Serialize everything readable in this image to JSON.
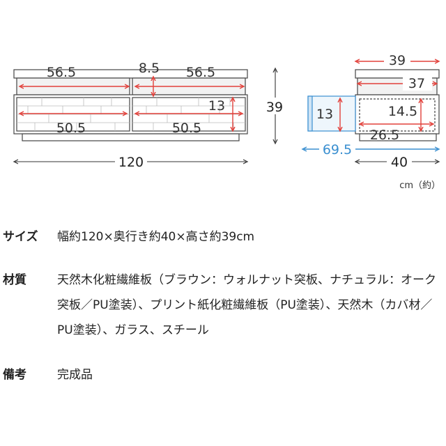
{
  "dimensions": {
    "front_top_left": "56.5",
    "front_top_middle": "8.5",
    "front_top_right": "56.5",
    "front_drawer_height": "13",
    "front_bottom_left": "50.5",
    "front_bottom_right": "50.5",
    "total_width": "120",
    "total_height": "39",
    "side_top_outer": "39",
    "side_top_inner": "37",
    "side_drawer_height": "13",
    "side_inner_height": "14.5",
    "side_inner_depth": "26.5",
    "drawer_open_depth": "69.5",
    "total_depth": "40",
    "unit_label": "cm（約）"
  },
  "specs": {
    "size_label": "サイズ",
    "size_value": "幅約120×奥行き約40×高さ約39cm",
    "material_label": "材質",
    "material_value": "天然木化粧繊維板（ブラウン：ウォルナット突板、ナチュラル：オーク突板／PU塗装）、プリント紙化粧繊維板（PU塗装）、天然木（カバ材／PU塗装）、ガラス、スチール",
    "note_label": "備考",
    "note_value": "完成品"
  },
  "colors": {
    "red": "#e2403a",
    "blue": "#3a8fd0",
    "outline": "#444444",
    "glass": "#f2f2f2"
  }
}
